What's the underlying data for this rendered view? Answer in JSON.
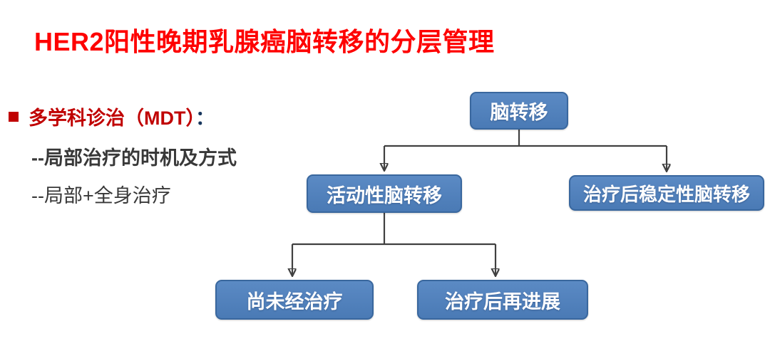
{
  "page": {
    "title": "HER2阳性晚期乳腺癌脑转移的分层管理"
  },
  "bullets": {
    "heading_text": "多学科诊治（MDT）",
    "heading_colon": "：",
    "items": [
      "--局部治疗的时机及方式",
      "--局部+全身治疗"
    ]
  },
  "flowchart": {
    "root": {
      "label": "脑转移"
    },
    "active": {
      "label": "活动性脑转移"
    },
    "stable": {
      "label": "治疗后稳定性脑转移"
    },
    "untreated": {
      "label": "尚未经治疗"
    },
    "progressed": {
      "label": "治疗后再进展"
    }
  },
  "colors": {
    "title_red": "#FE0000",
    "bullet_red": "#C00000",
    "colon_navy": "#17365D",
    "node_fill": "#4F81BD",
    "node_border": "#39679E",
    "node_text": "#FFFFFF",
    "connector": "#404040"
  }
}
